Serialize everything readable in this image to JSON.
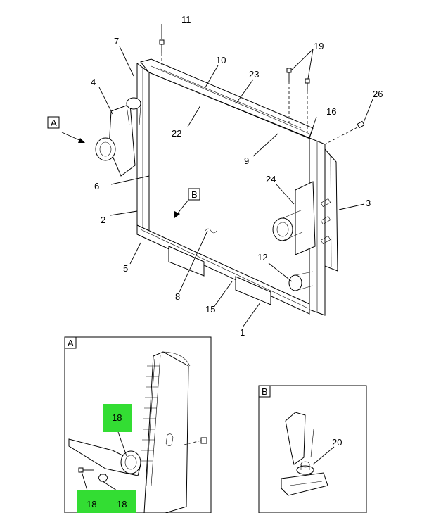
{
  "callouts": {
    "c1": "1",
    "c2": "2",
    "c3": "3",
    "c4": "4",
    "c5": "5",
    "c6": "6",
    "c7": "7",
    "c8": "8",
    "c9": "9",
    "c10": "10",
    "c11": "11",
    "c12": "12",
    "c15": "15",
    "c16": "16",
    "c19": "19",
    "c22": "22",
    "c23": "23",
    "c24": "24",
    "c26": "26"
  },
  "view_refs": {
    "a": "A",
    "b": "B"
  },
  "detail_a": {
    "label": "A",
    "hl1": "18",
    "hl2": "18",
    "hl3": "18"
  },
  "detail_b": {
    "label": "B",
    "c20": "20"
  },
  "colors": {
    "highlight": "#33dd33",
    "line": "#000000",
    "background": "#ffffff"
  }
}
